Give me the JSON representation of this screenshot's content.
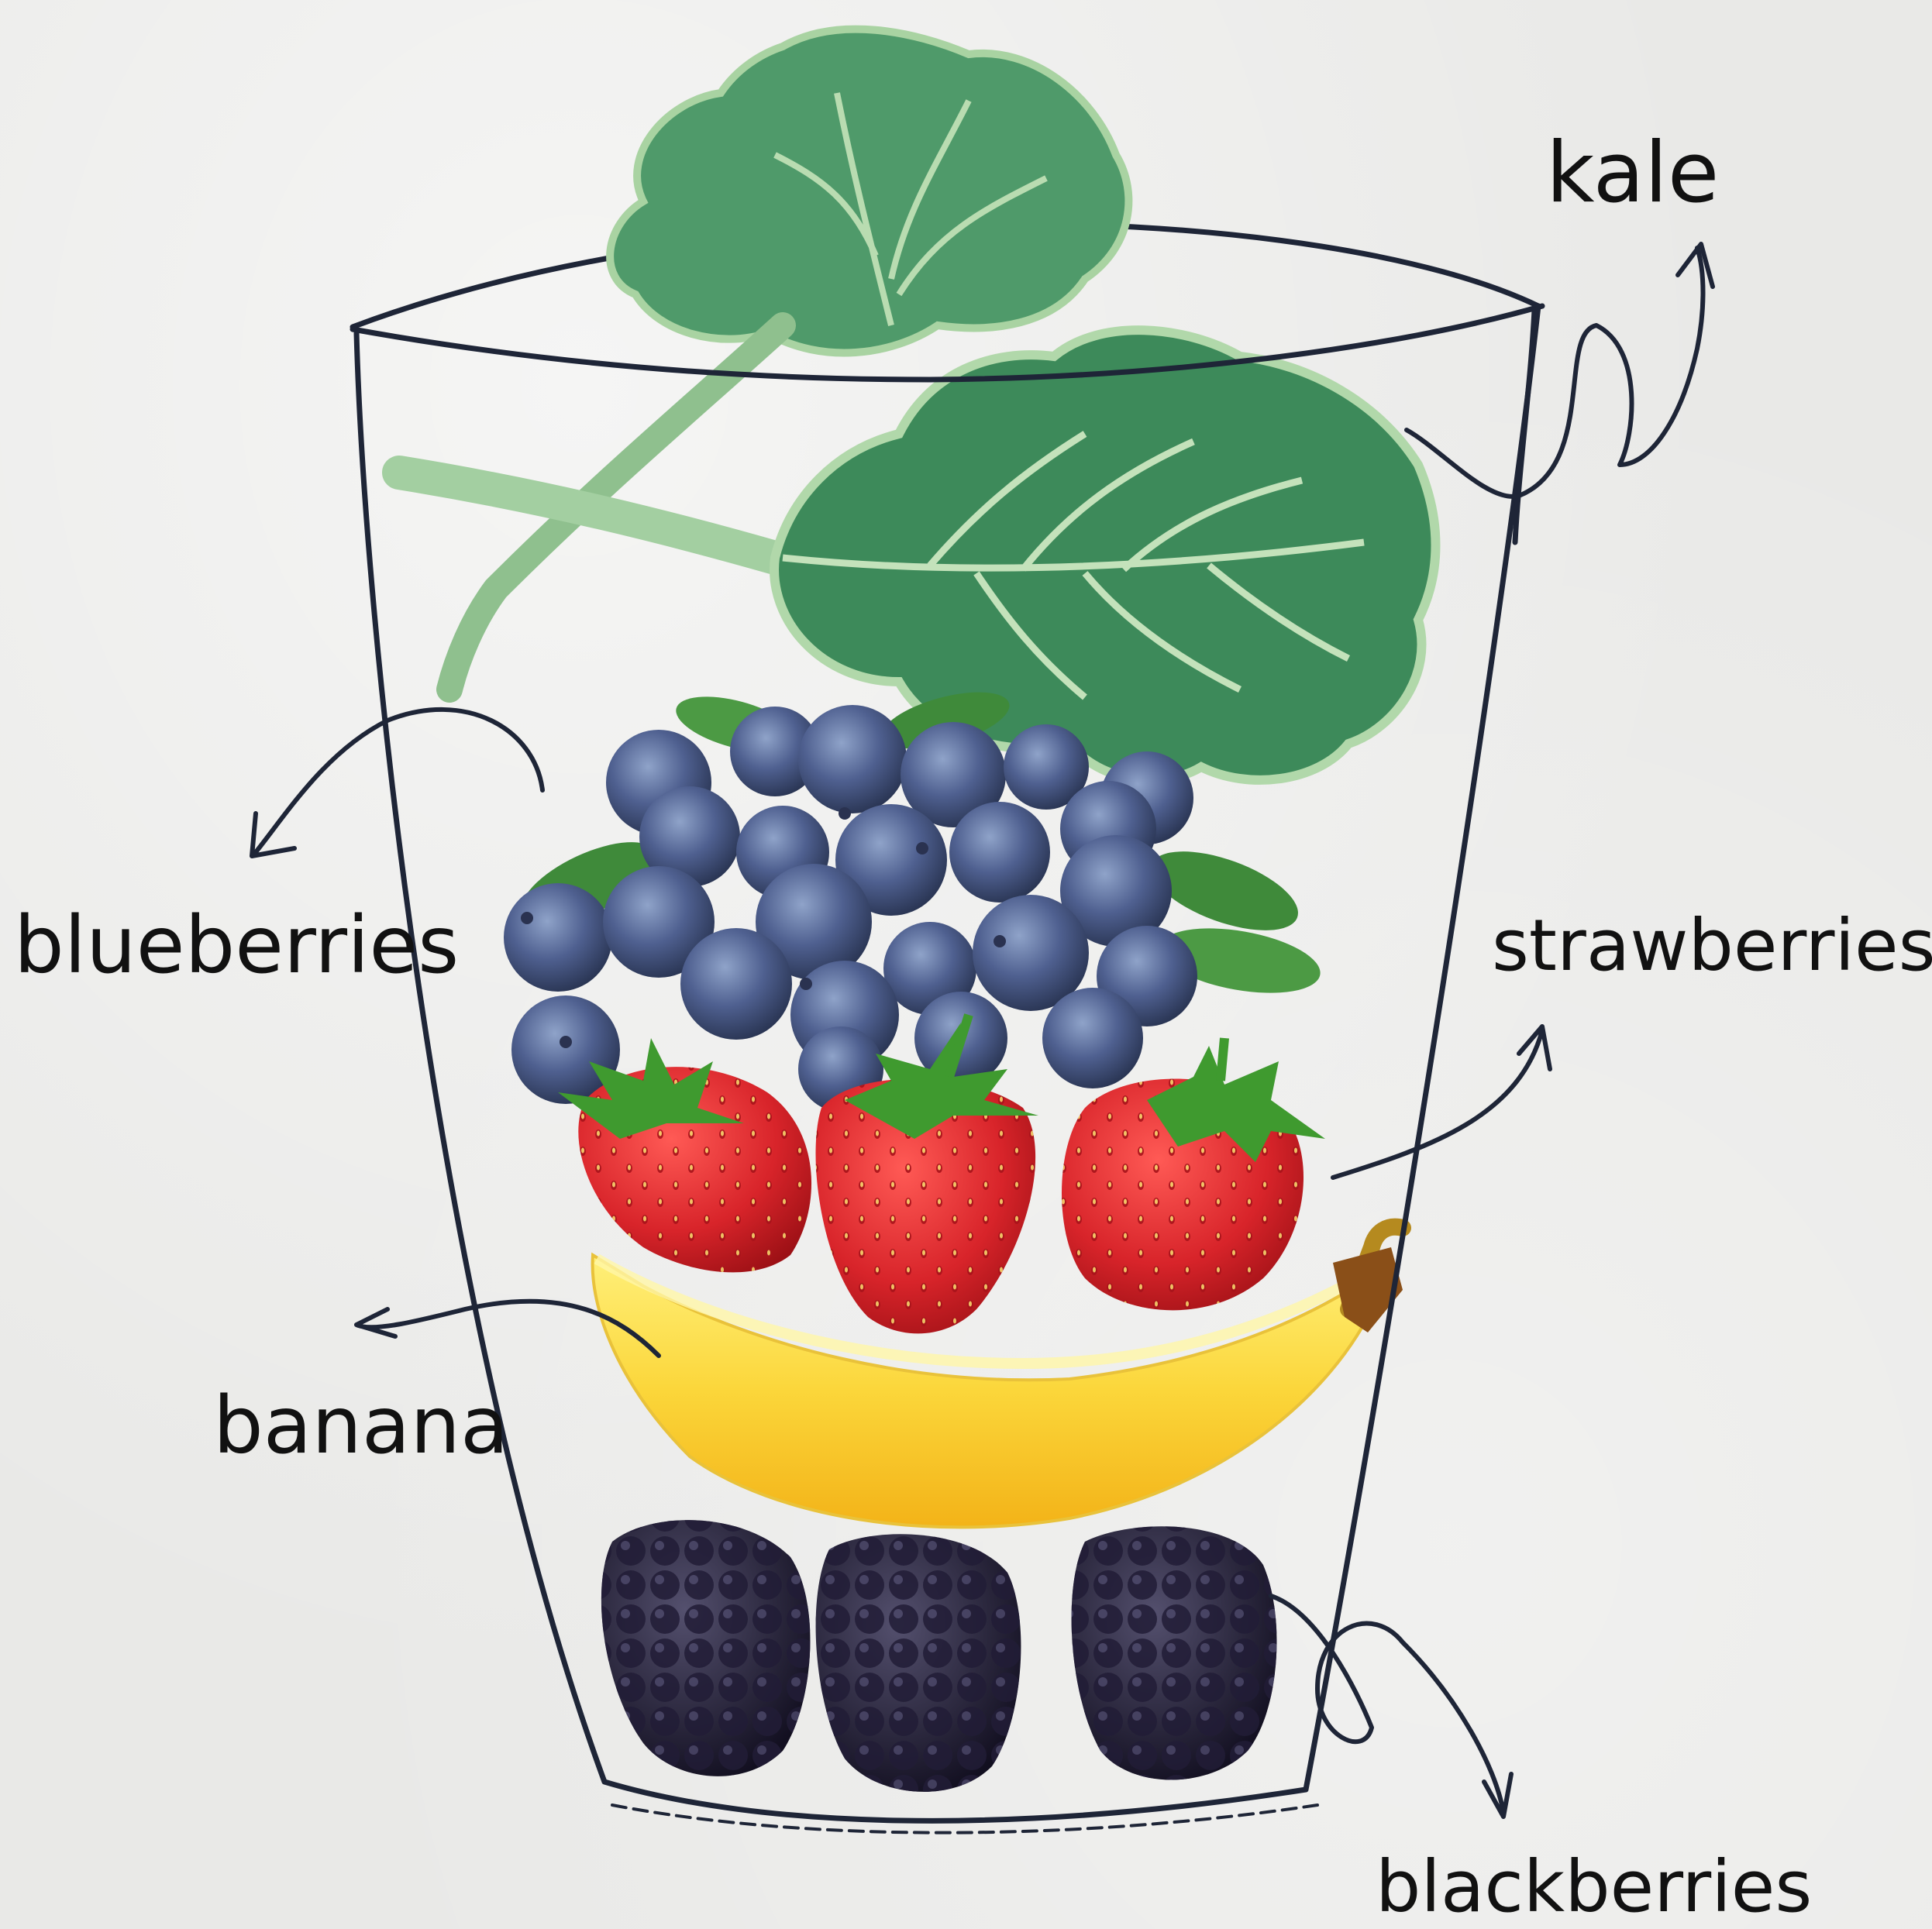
{
  "header": {
    "title_fragment": ""
  },
  "labels": {
    "kale": "kale",
    "blueberries": "blueberries",
    "strawberries": "strawberries",
    "banana": "banana",
    "blackberries": "blackberries"
  },
  "colors": {
    "title": "#1f5fc4",
    "glass_outline": "#1e2537",
    "kale_dark": "#3f8a5b",
    "kale_light": "#9cc99a",
    "blueberry": "#3c4b73",
    "strawberry": "#d9262b",
    "banana": "#fbd43a",
    "blackberry": "#1c1830"
  }
}
